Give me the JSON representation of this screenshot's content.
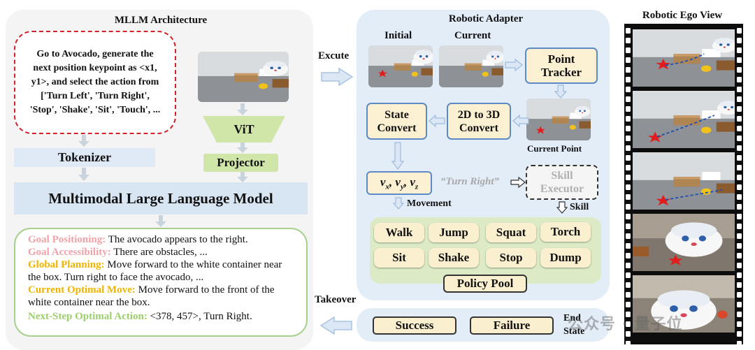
{
  "mllm": {
    "title": "MLLM Architecture",
    "prompt": "Go to Avocado, generate the next position keypoint as <x1, y1>, and select the action from ['Turn Left', 'Turn Right', 'Stop', 'Shake', 'Sit', 'Touch', ...",
    "tokenizer": "Tokenizer",
    "vit": "ViT",
    "projector": "Projector",
    "llm": "Multimodal Large Language Model"
  },
  "output": {
    "goal_positioning_label": "Goal Positioning:",
    "goal_positioning_text": " The avocado appears to the right.",
    "goal_accessibility_label": "Goal Accessibility:",
    "goal_accessibility_text": " There are obstacles,  ...",
    "global_planning_label": "Global Planning:",
    "global_planning_text": " Move forward to  the white container near the box. Turn right to face the avocado, ...",
    "current_move_label": "Current Optimal Move:",
    "current_move_text": " Move forward to the front of the white container near the box.",
    "next_action_label": "Next-Step Optimal Action:",
    "next_action_text": " <378, 457>, Turn Right."
  },
  "flow": {
    "excute": "Excute",
    "takeover": "Takeover"
  },
  "adapter": {
    "title": "Robotic Adapter",
    "initial": "Initial",
    "current": "Current",
    "point_tracker": "Point Tracker",
    "conv_2d3d": "2D to 3D Convert",
    "state_convert": "State Convert",
    "current_point": "Current Point",
    "velocity": "vx, vy, vz",
    "turn_right": "“Turn Right”",
    "skill_executor": "Skill Executor",
    "movement": "Movement",
    "skill": "Skill",
    "policy_pool": "Policy Pool",
    "actions": [
      "Walk",
      "Jump",
      "Squat",
      "Torch",
      "Sit",
      "Shake",
      "Stop",
      "Dump"
    ]
  },
  "end_state": {
    "success": "Success",
    "failure": "Failure",
    "label_line1": "End",
    "label_line2": "State"
  },
  "ego": {
    "title": "Robotic Ego View"
  },
  "watermark": "公众号 · 量子位",
  "colors": {
    "panel_gray": "#f4f4f4",
    "panel_blue": "#e3edf8",
    "cream": "#fbf1d2",
    "border_blue": "#5d89c4",
    "red_dash": "#d0232a",
    "vit_green": "#cfe6a8",
    "green_border": "#a8d08d",
    "arrow_blue": "#c9dcef"
  }
}
